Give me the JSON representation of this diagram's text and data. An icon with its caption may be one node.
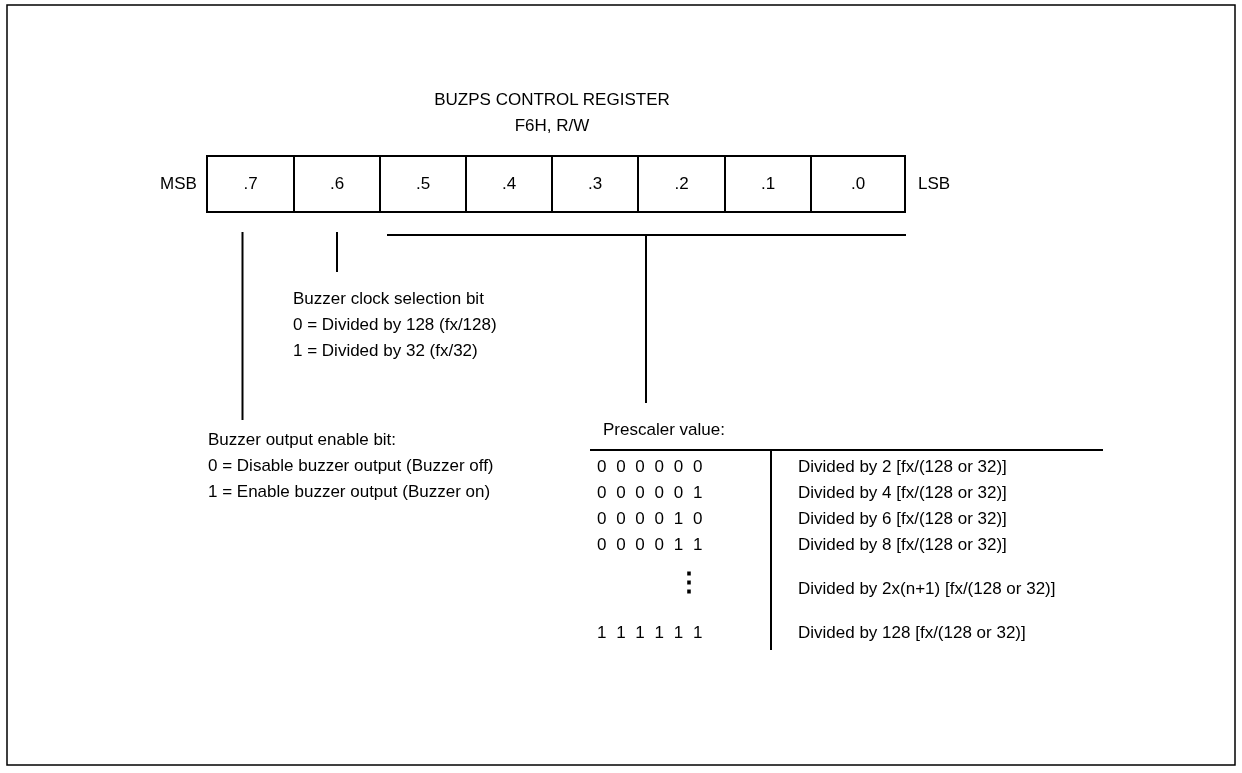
{
  "diagram": {
    "title": "BUZPS CONTROL REGISTER",
    "nodes": [
      {
        "text": [
          ".7"
        ]
      },
      {
        "text": [
          ".6"
        ]
      },
      {
        "text": [
          ".5"
        ]
      },
      {
        "text": [
          ".4"
        ]
      },
      {
        "text": [
          ".3"
        ]
      },
      {
        "text": [
          ".2"
        ]
      },
      {
        "text": [
          ".1"
        ]
      },
      {
        "text": [
          ".0"
        ]
      },
      {
        "text": [
          "Buzzer clock selection bit",
          "0 = Divided by 128 (fx/128)",
          "1 = Divided by 32 (fx/32)"
        ]
      },
      {
        "text": [
          "Buzzer output enable bit:",
          "0 = Disable buzzer output (Buzzer off)",
          "1 = Enable buzzer output (Buzzer on)"
        ]
      },
      {
        "text": [
          "Prescaler value:"
        ]
      }
    ],
    "edges": [
      {
        "from": 9,
        "to": 0,
        "arrow": "none"
      },
      {
        "from": 8,
        "to": 1,
        "arrow": "none"
      },
      {
        "from": 10,
        "to": 2,
        "arrow": "none"
      },
      {
        "from": 10,
        "to": 3,
        "arrow": "none"
      },
      {
        "from": 10,
        "to": 4,
        "arrow": "none"
      },
      {
        "from": 10,
        "to": 5,
        "arrow": "none"
      },
      {
        "from": 10,
        "to": 6,
        "arrow": "none"
      },
      {
        "from": 10,
        "to": 7,
        "arrow": "none"
      }
    ],
    "labels": [
      "F6H, R/W",
      "MSB",
      "LSB",
      "0 0 0 0 0 0",
      "Divided by 2 [fx/(128 or 32)]",
      "0 0 0 0 0 1",
      "Divided by 4 [fx/(128 or 32)]",
      "0 0 0 0 1 0",
      "Divided by 6 [fx/(128 or 32)]",
      "0 0 0 0 1 1",
      "Divided by 8 [fx/(128 or 32)]",
      "⋮",
      "Divided by 2x(n+1) [fx/(128 or 32)]",
      "1 1 1 1 1 1",
      "Divided by 128 [fx/(128 or 32)]"
    ]
  }
}
